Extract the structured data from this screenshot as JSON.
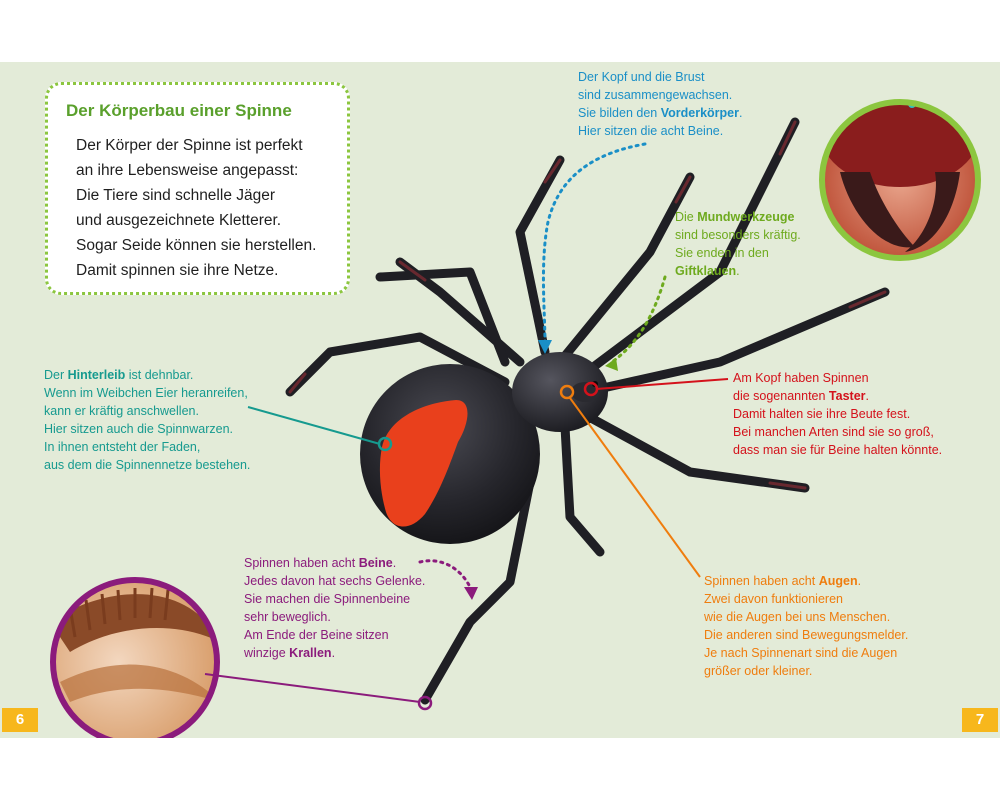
{
  "infobox": {
    "title": "Der Körperbau einer Spinne",
    "lines": [
      "Der Körper der Spinne ist perfekt",
      "an ihre Lebensweise angepasst:",
      "Die Tiere sind schnelle Jäger",
      "und ausgezeichnete Kletterer.",
      "Sogar Seide können sie herstellen.",
      "Damit spinnen sie ihre Netze."
    ]
  },
  "captions": {
    "head": {
      "line1": "Der Kopf und die Brust",
      "line2": "sind zusammengewachsen.",
      "line3_pre": "Sie bilden den ",
      "line3_bold": "Vorderkörper",
      "line3_post": ".",
      "line4": "Hier sitzen die acht Beine."
    },
    "mouth": {
      "line1_pre": "Die ",
      "line1_bold": "Mundwerkzeuge",
      "line2": "sind besonders kräftig.",
      "line3": "Sie enden in den",
      "line4_bold": "Giftklauen",
      "line4_post": "."
    },
    "taster": {
      "line1": "Am Kopf haben Spinnen",
      "line2_pre": "die sogenannten ",
      "line2_bold": "Taster",
      "line2_post": ".",
      "line3": "Damit halten sie ihre Beute fest.",
      "line4": "Bei manchen Arten sind sie so groß,",
      "line5": "dass man sie für Beine halten könnte."
    },
    "abdomen": {
      "line1_pre": "Der ",
      "line1_bold": "Hinterleib",
      "line1_post": " ist dehnbar.",
      "line2": "Wenn im Weibchen Eier heranreifen,",
      "line3": "kann er kräftig anschwellen.",
      "line4": "Hier sitzen auch die Spinnwarzen.",
      "line5": "In ihnen entsteht der Faden,",
      "line6": "aus dem die Spinnennetze bestehen."
    },
    "legs": {
      "line1_pre": "Spinnen haben acht ",
      "line1_bold": "Beine",
      "line1_post": ".",
      "line2": "Jedes davon hat sechs Gelenke.",
      "line3": "Sie machen die Spinnenbeine",
      "line4": "sehr beweglich.",
      "line5": "Am Ende der Beine sitzen",
      "line6_pre": "winzige ",
      "line6_bold": "Krallen",
      "line6_post": "."
    },
    "eyes": {
      "line1_pre": "Spinnen haben acht ",
      "line1_bold": "Augen",
      "line1_post": ".",
      "line2": "Zwei davon funktionieren",
      "line3": "wie die Augen bei uns Menschen.",
      "line4": "Die anderen sind Bewegungsmelder.",
      "line5": "Je nach Spinnenart sind die Augen",
      "line6": "größer oder kleiner."
    }
  },
  "page_numbers": {
    "left": "6",
    "right": "7"
  },
  "colors": {
    "background": "#e3ebd8",
    "green": "#6eaa1e",
    "blue": "#1a8fc7",
    "red": "#d4121b",
    "teal": "#169a8f",
    "purple": "#8b1b7c",
    "orange": "#ef7d0e",
    "page_tab": "#f7b71c"
  }
}
